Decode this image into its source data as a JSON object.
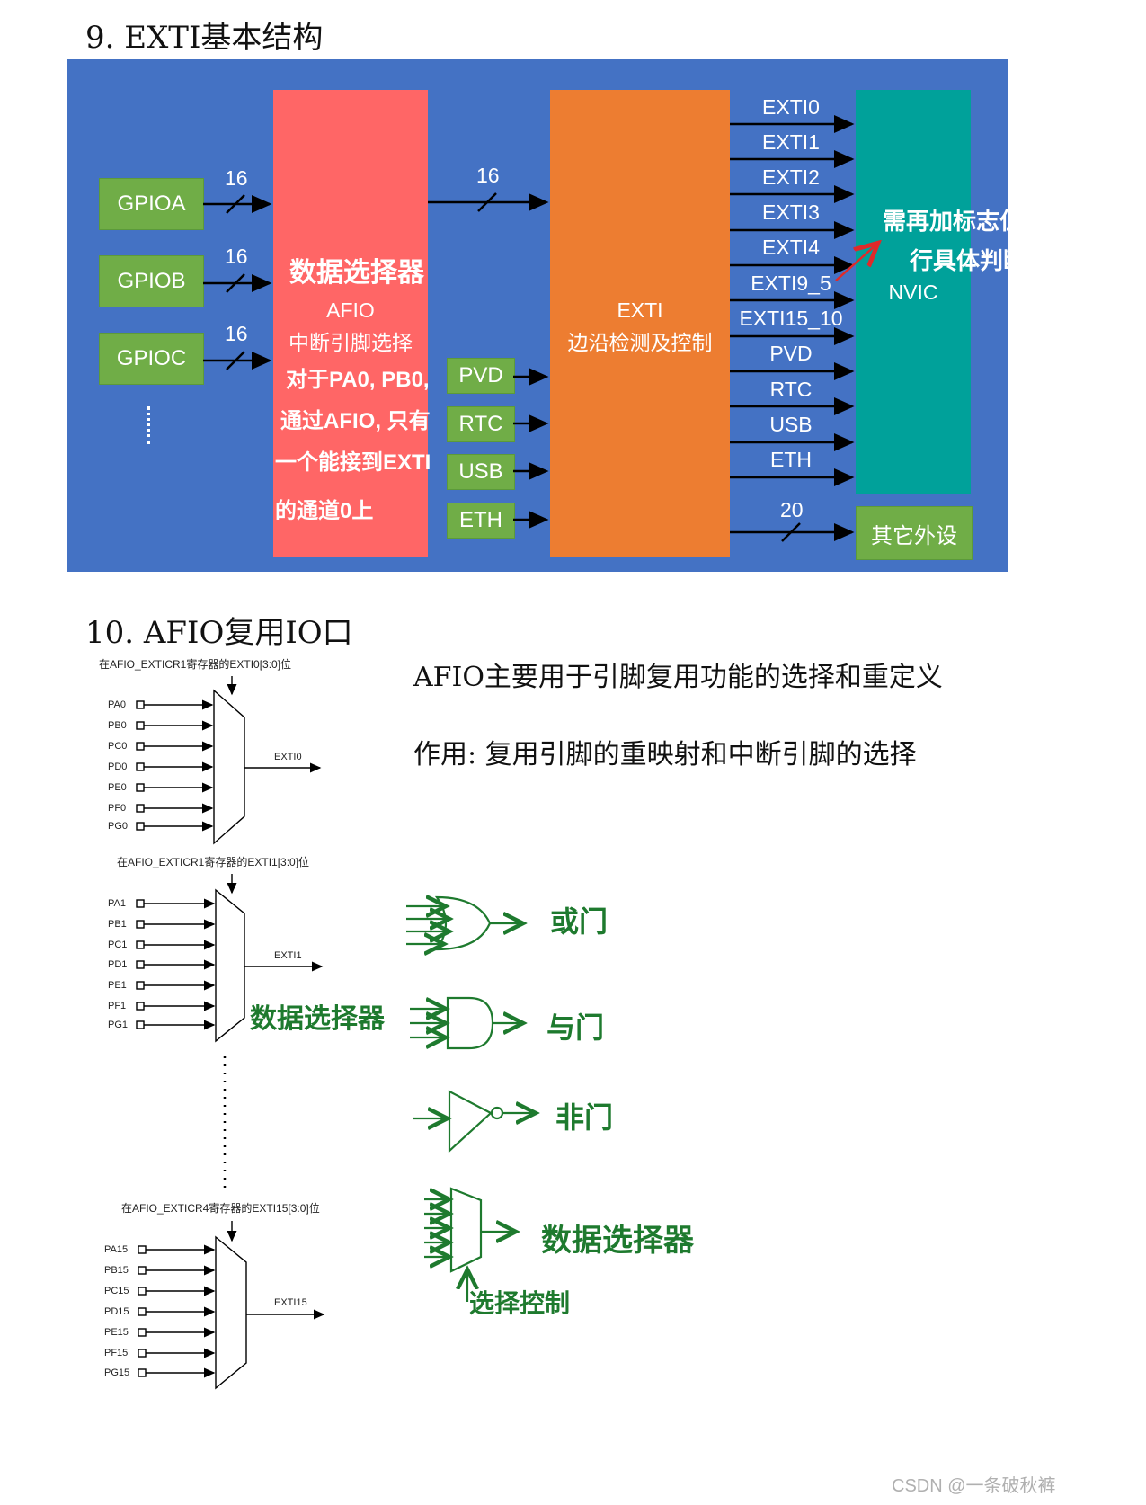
{
  "section9": {
    "title": "9. EXTI基本结构",
    "colors": {
      "panel": "#4472c4",
      "afio": "#ff6666",
      "exti": "#ed7d31",
      "nvic": "#00a19a",
      "green": "#70ad47"
    },
    "gpio": [
      "GPIOA",
      "GPIOB",
      "GPIOC"
    ],
    "gpio_bus": [
      "16",
      "16",
      "16"
    ],
    "afio_bus": "16",
    "afio_title": "AFIO",
    "afio_subtitle": "中断引脚选择",
    "afio_note_title": "数据选择器",
    "afio_note_lines": [
      "对于PA0, PB0,",
      "通过AFIO, 只有",
      "一个能接到EXTI",
      "的通道0上"
    ],
    "exti_title": "EXTI",
    "exti_subtitle": "边沿检测及控制",
    "periph_inputs": [
      "PVD",
      "RTC",
      "USB",
      "ETH"
    ],
    "exti_outputs": [
      "EXTI0",
      "EXTI1",
      "EXTI2",
      "EXTI3",
      "EXTI4",
      "EXTI9_5",
      "EXTI15_10",
      "PVD",
      "RTC",
      "USB",
      "ETH"
    ],
    "nvic_label": "NVIC",
    "nvic_note_lines": [
      "需再加标志位进",
      "行具体判断"
    ],
    "other_bus": "20",
    "other_label": "其它外设"
  },
  "section10": {
    "title": "10. AFIO复用IO口",
    "desc_line1": "AFIO主要用于引脚复用功能的选择和重定义",
    "desc_line2": "作用: 复用引脚的重映射和中断引脚的选择",
    "mux_groups": [
      {
        "caption": "在AFIO_EXTICR1寄存器的EXTI0[3:0]位",
        "pins": [
          "PA0",
          "PB0",
          "PC0",
          "PD0",
          "PE0",
          "PF0",
          "PG0"
        ],
        "out": "EXTI0"
      },
      {
        "caption": "在AFIO_EXTICR1寄存器的EXTI1[3:0]位",
        "pins": [
          "PA1",
          "PB1",
          "PC1",
          "PD1",
          "PE1",
          "PF1",
          "PG1"
        ],
        "out": "EXTI1"
      },
      {
        "caption": "在AFIO_EXTICR4寄存器的EXTI15[3:0]位",
        "pins": [
          "PA15",
          "PB15",
          "PC15",
          "PD15",
          "PE15",
          "PF15",
          "PG15"
        ],
        "out": "EXTI15"
      }
    ],
    "mux_note": "数据选择器",
    "gates": [
      "或门",
      "与门",
      "非门",
      "数据选择器"
    ],
    "select_control": "选择控制"
  },
  "watermark": "CSDN @一条破秋裤"
}
